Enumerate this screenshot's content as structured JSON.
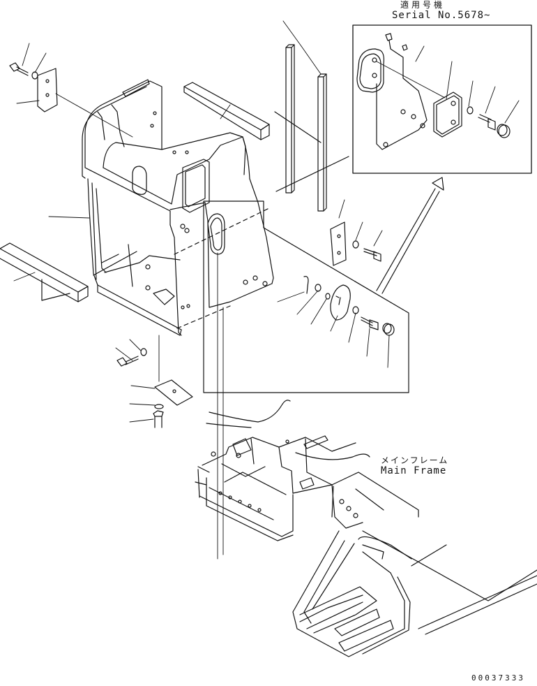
{
  "labels": {
    "serial_jp": "適用号機",
    "serial_en": "Serial No.5678~",
    "main_frame_jp": "メインフレーム",
    "main_frame_en": "Main Frame",
    "drawing_no": "00037333"
  },
  "colors": {
    "line": "#111111",
    "background": "#ffffff"
  }
}
